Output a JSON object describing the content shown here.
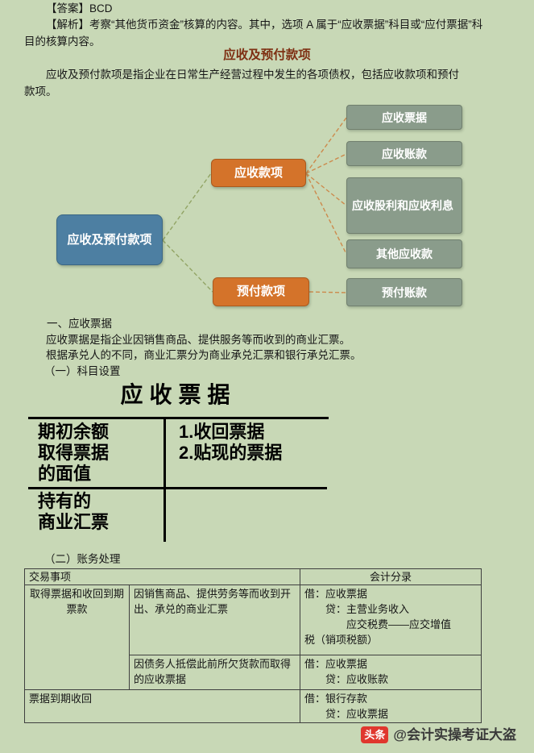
{
  "page_bg": "#c8d8b6",
  "top": {
    "answer": "【答案】BCD",
    "analysis": "【解析】考察“其他货币资金”核算的内容。其中，选项 A 属于“应收票据”科目或“应付票据”科目的核算内容。",
    "main_title": "应收及预付款项",
    "intro": "应收及预付款项是指企业在日常生产经营过程中发生的各项债权，包括应收款项和预付款项。"
  },
  "diagram": {
    "root": {
      "label": "应收及预付款项",
      "color": "#4d7fa2"
    },
    "branches": [
      {
        "label": "应收款项",
        "color": "#d4732a"
      },
      {
        "label": "预付款项",
        "color": "#d4732a"
      }
    ],
    "leaves": [
      {
        "label": "应收票据"
      },
      {
        "label": "应收账款"
      },
      {
        "label": "应收股利和应收利息"
      },
      {
        "label": "其他应收款"
      },
      {
        "label": "预付账款"
      }
    ],
    "leaf_color": "#8a9c8b"
  },
  "notes": {
    "heading": "一、应收票据",
    "para1": "应收票据是指企业因销售商品、提供服务等而收到的商业汇票。",
    "para2": "根据承兑人的不同，商业汇票分为商业承兑汇票和银行承兑汇票。",
    "sub1": "（一）科目设置",
    "sub2": "（二）账务处理"
  },
  "taccount": {
    "title": "应收票据",
    "debit_top": "期初余额\n取得票据\n的面值",
    "credit_top": "1.收回票据\n2.贴现的票据",
    "debit_bottom": "持有的\n商业汇票"
  },
  "table": {
    "header_event": "交易事项",
    "header_entry": "会计分录",
    "row1_event": "取得票据和收回到期票款",
    "row1a_desc": "因销售商品、提供劳务等而收到开出、承兑的商业汇票",
    "row1a_entry": "借：应收票据\n　　贷：主营业务收入\n　　　　应交税费——应交增值\n税（销项税额）",
    "row1b_desc": "因债务人抵偿此前所欠货款而取得的应收票据",
    "row1b_entry": "借：应收票据\n　　贷：应收账款",
    "row2_event": "票据到期收回",
    "row2_entry": "借：银行存款\n　　贷：应收票据"
  },
  "watermark": {
    "brand": "头条",
    "handle": "@会计实操考证大盗",
    "brand_color": "#e0372e"
  }
}
